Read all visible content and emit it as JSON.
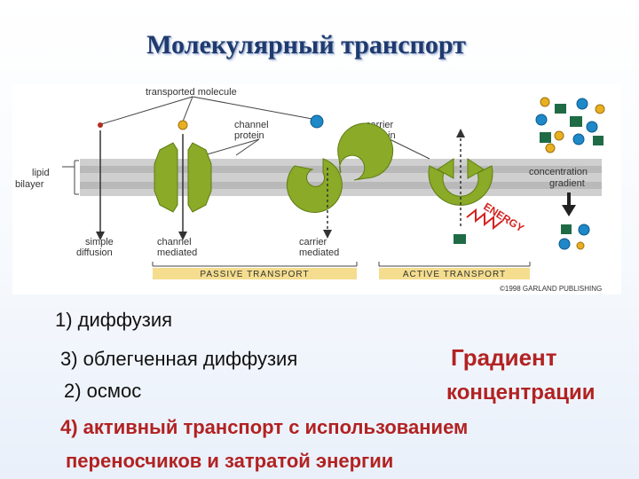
{
  "slide": {
    "title": "Молекулярный транспорт"
  },
  "figure": {
    "label_transported_molecule": "transported molecule",
    "label_channel_protein": [
      "channel",
      "protein"
    ],
    "label_carrier_protein": [
      "carrier",
      "protein"
    ],
    "label_lipid_bilayer": [
      "lipid",
      "bilayer"
    ],
    "label_simple_diffusion": [
      "simple",
      "diffusion"
    ],
    "label_channel_mediated": [
      "channel",
      "mediated"
    ],
    "label_carrier_mediated": [
      "carrier",
      "mediated"
    ],
    "label_passive_transport": "PASSIVE TRANSPORT",
    "label_active_transport": "ACTIVE TRANSPORT",
    "label_energy": "ENERGY",
    "label_concentration_gradient": [
      "concentration",
      "gradient"
    ],
    "label_copyright": "©1998 GARLAND PUBLISHING",
    "colors": {
      "protein": "#8aaa28",
      "protein_stroke": "#5e7d14",
      "bilayer": "#c9c9c9",
      "bar": "#f4dd8e",
      "molecule_blue": "#1e88c8",
      "molecule_gold": "#e8b020",
      "molecule_green": "#1f6b45",
      "energy": "#d2231f"
    }
  },
  "list": {
    "item1": "1) диффузия",
    "item3": "3) облегченная диффузия",
    "item2": "2) осмос",
    "item4_line1": "4) активный транспорт  с использованием",
    "item4_line2": "переносчиков и затратой энергии",
    "gradient_line1": "Градиент",
    "gradient_line2": "концентрации"
  }
}
